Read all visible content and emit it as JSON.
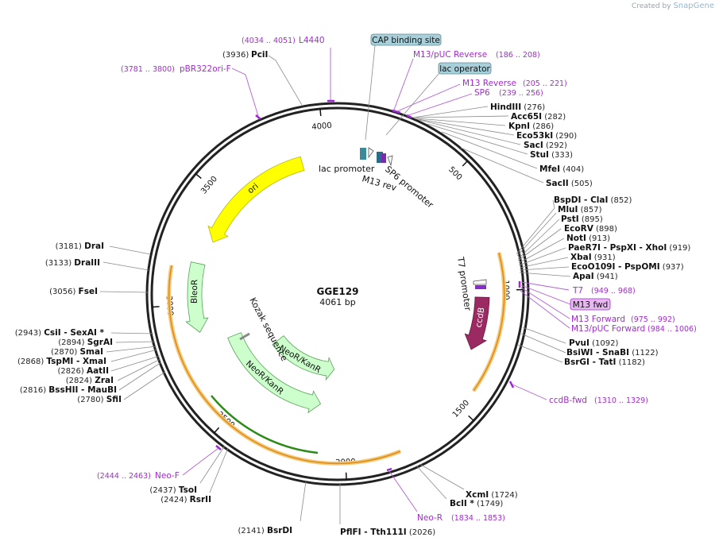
{
  "brand": {
    "prefix": "Created by",
    "name": "SnapGene"
  },
  "plasmid": {
    "name": "GGE129",
    "size_label": "4061 bp",
    "length": 4061
  },
  "ticks": [
    {
      "bp": 500,
      "label": "500"
    },
    {
      "bp": 1000,
      "label": "1000"
    },
    {
      "bp": 1500,
      "label": "1500"
    },
    {
      "bp": 2000,
      "label": "2000"
    },
    {
      "bp": 2500,
      "label": "2500"
    },
    {
      "bp": 3000,
      "label": "3000"
    },
    {
      "bp": 3500,
      "label": "3500"
    },
    {
      "bp": 4000,
      "label": "4000"
    }
  ],
  "features": [
    {
      "name": "ori",
      "start": 3300,
      "end": 3890,
      "dir": -1,
      "color": "#ffff00",
      "label": "ori"
    },
    {
      "name": "ccdB",
      "start": 1030,
      "end": 1270,
      "dir": 1,
      "color": "#9b2a62",
      "label": "ccdB"
    },
    {
      "name": "BleoR",
      "start": 2870,
      "end": 3185,
      "dir": -1,
      "color": "#ccffcc",
      "label": "BleoR"
    },
    {
      "name": "NeoR/KanR",
      "start": 2060,
      "end": 2620,
      "dir": -1,
      "color": "#ccffcc",
      "label": "NeoR/KanR"
    },
    {
      "name": "NeoR/KanR",
      "start": 2130,
      "end": 2800,
      "dir": -1,
      "color": "#ccffcc",
      "label": "NeoR/KanR"
    }
  ],
  "feature_labels": {
    "lac_promoter": "lac promoter",
    "m13_rev": "M13 rev",
    "sp6_promoter": "SP6 promoter",
    "t7_promoter": "T7 promoter",
    "kozak": "Kozak sequence"
  },
  "box_labels": [
    {
      "text": "CAP binding site",
      "fill": "#a8d0da"
    },
    {
      "text": "lac operator",
      "fill": "#a8d0da"
    },
    {
      "text": "M13 fwd",
      "fill": "#e6b8f0"
    }
  ],
  "enzymes_left": [
    {
      "pos": "(2943)",
      "name": "CsiI",
      "extra": "SexAI *"
    },
    {
      "pos": "(2894)",
      "name": "SgrAI",
      "extra": ""
    },
    {
      "pos": "(2870)",
      "name": "SmaI",
      "extra": ""
    },
    {
      "pos": "(2868)",
      "name": "TspMI",
      "extra": "XmaI"
    },
    {
      "pos": "(2826)",
      "name": "AatII",
      "extra": ""
    },
    {
      "pos": "(2824)",
      "name": "ZraI",
      "extra": ""
    },
    {
      "pos": "(2816)",
      "name": "BssHII",
      "extra": "MauBI"
    },
    {
      "pos": "(2780)",
      "name": "SfiI",
      "extra": ""
    }
  ],
  "enzymes_left_top": [
    {
      "pos": "(3181)",
      "name": "DraI"
    },
    {
      "pos": "(3133)",
      "name": "DraIII"
    },
    {
      "pos": "(3056)",
      "name": "FseI"
    }
  ],
  "enzymes_right_top": [
    {
      "name": "HindIII",
      "pos": "(276)"
    },
    {
      "name": "Acc65I",
      "pos": "(282)"
    },
    {
      "name": "KpnI",
      "pos": "(286)"
    },
    {
      "name": "Eco53kI",
      "pos": "(290)"
    },
    {
      "name": "SacI",
      "pos": "(292)"
    },
    {
      "name": "StuI",
      "pos": "(333)"
    },
    {
      "name": "MfeI",
      "pos": "(404)"
    },
    {
      "name": "SacII",
      "pos": "(505)"
    }
  ],
  "enzymes_right_mid": [
    {
      "name": "BspDI",
      "extra": "ClaI",
      "pos": "(852)"
    },
    {
      "name": "MluI",
      "extra": "",
      "pos": "(857)"
    },
    {
      "name": "PstI",
      "extra": "",
      "pos": "(895)"
    },
    {
      "name": "EcoRV",
      "extra": "",
      "pos": "(898)"
    },
    {
      "name": "NotI",
      "extra": "",
      "pos": "(913)"
    },
    {
      "name": "PaeR7I",
      "extra": "PspXI",
      "extra2": "XhoI",
      "pos": "(919)"
    },
    {
      "name": "XbaI",
      "extra": "",
      "pos": "(931)"
    },
    {
      "name": "EcoO109I",
      "extra": "PspOMI",
      "pos": "(937)"
    },
    {
      "name": "ApaI",
      "extra": "",
      "pos": "(941)"
    }
  ],
  "enzymes_right_low": [
    {
      "name": "PvuI",
      "extra": "",
      "pos": "(1092)"
    },
    {
      "name": "BsiWI",
      "extra": "SnaBI",
      "pos": "(1122)"
    },
    {
      "name": "BsrGI",
      "extra": "TatI",
      "pos": "(1182)"
    }
  ],
  "enzymes_bottom": [
    {
      "pos": "(3936)",
      "name": "PciI"
    },
    {
      "pos": "(2437)",
      "name": "TsoI"
    },
    {
      "pos": "(2424)",
      "name": "RsrII"
    },
    {
      "pos": "(2141)",
      "name": "BsrDI"
    },
    {
      "name": "PflFI",
      "extra": "Tth111I",
      "pos": "(2026)"
    },
    {
      "name": "XcmI",
      "pos": "(1724)"
    },
    {
      "name": "BclI *",
      "pos": "(1749)"
    }
  ],
  "primers": [
    {
      "name": "L4440",
      "pos": "(4034 .. 4051)"
    },
    {
      "name": "pBR322ori-F",
      "pos": "(3781 .. 3800)"
    },
    {
      "name": "M13/pUC Reverse",
      "pos": "(186 .. 208)"
    },
    {
      "name": "M13 Reverse",
      "pos": "(205 .. 221)"
    },
    {
      "name": "SP6",
      "pos": "(239 .. 256)"
    },
    {
      "name": "T7",
      "pos": "(949 .. 968)"
    },
    {
      "name": "M13 Forward",
      "pos": "(975 .. 992)"
    },
    {
      "name": "M13/pUC Forward",
      "pos": "(984 .. 1006)"
    },
    {
      "name": "ccdB-fwd",
      "pos": "(1310 .. 1329)"
    },
    {
      "name": "Neo-F",
      "pos": "(2444 .. 2463)"
    },
    {
      "name": "Neo-R",
      "pos": "(1834 .. 1853)"
    }
  ]
}
